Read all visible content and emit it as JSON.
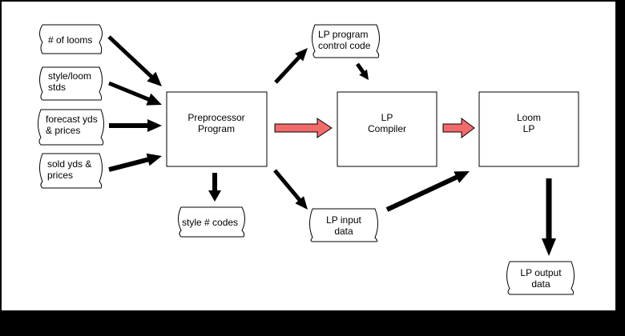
{
  "colors": {
    "canvas": "#ffffff",
    "frame": "#000000",
    "arrow_black": "#000000",
    "arrow_red": "#f26a6a"
  },
  "inputs": {
    "looms": [
      "# of looms"
    ],
    "style_loom": [
      "style/loom",
      "stds"
    ],
    "forecast": [
      "forecast yds",
      "& prices"
    ],
    "sold": [
      "sold yds &",
      "prices"
    ]
  },
  "processes": {
    "preprocessor": [
      "Preprocessor",
      "Program"
    ],
    "compiler": [
      "LP",
      "Compiler"
    ],
    "loom_lp": [
      "Loom",
      "LP"
    ]
  },
  "outputs": {
    "control_code": [
      "LP program",
      "control code"
    ],
    "style_codes": [
      "style # codes"
    ],
    "input_data": [
      "LP input",
      "data"
    ],
    "output_data": [
      "LP output",
      "data"
    ]
  }
}
